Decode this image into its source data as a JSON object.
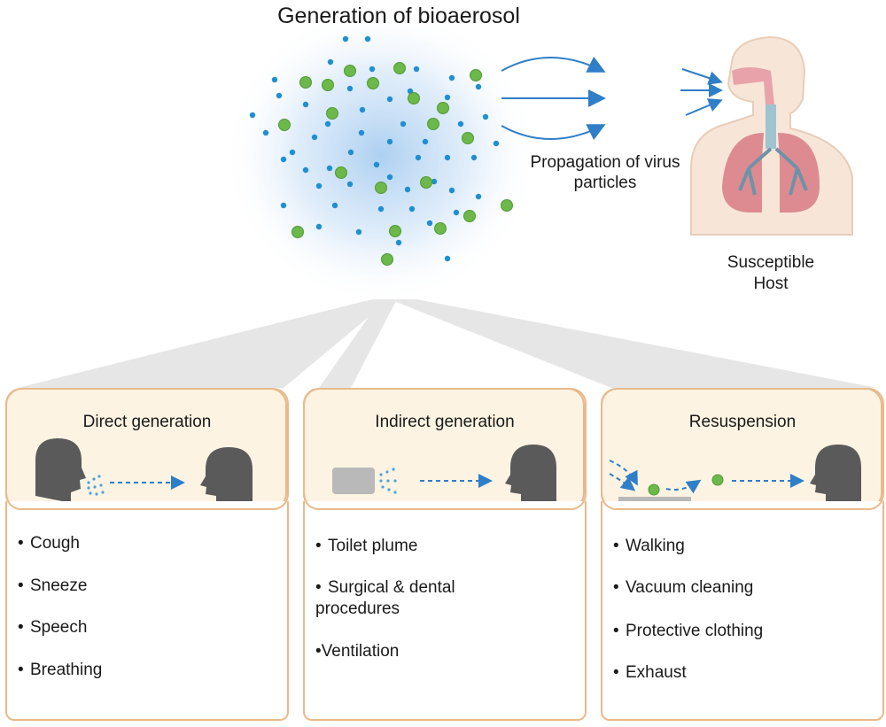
{
  "title": "Generation of bioaerosol",
  "propagation_label_line1": "Propagation of virus",
  "propagation_label_line2": "particles",
  "host_label_line1": "Susceptible",
  "host_label_line2": "Host",
  "colors": {
    "small_particle": "#1f8fd1",
    "large_particle": "#6cb84a",
    "arrow": "#2f7ec8",
    "panel_border": "#e9b98a",
    "panel_fill": "#fdf3e2"
  },
  "panels": [
    {
      "title": "Direct generation",
      "items": [
        "Cough",
        "Sneeze",
        "Speech",
        "Breathing"
      ],
      "icon": "head-to-head-icon"
    },
    {
      "title": "Indirect generation",
      "items": [
        "Toilet plume",
        "Surgical & dental procedures",
        "Ventilation"
      ],
      "icon": "device-to-head-icon"
    },
    {
      "title": "Resuspension",
      "items": [
        "Walking",
        "Vacuum cleaning",
        "Protective clothing",
        "Exhaust"
      ],
      "icon": "surface-to-head-icon"
    }
  ]
}
